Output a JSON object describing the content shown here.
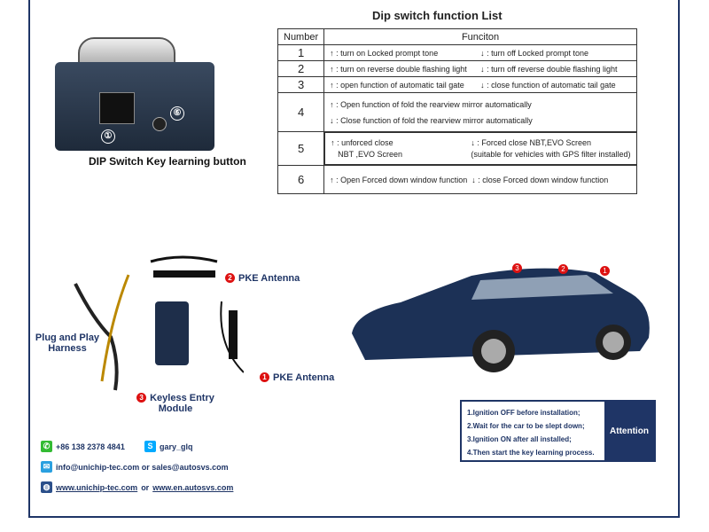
{
  "table_title": "Dip switch function List",
  "headers": [
    "Number",
    "Funciton"
  ],
  "rows": [
    {
      "n": "1",
      "a": "↑ : turn on Locked prompt tone",
      "b": "↓ : turn off Locked prompt tone"
    },
    {
      "n": "2",
      "a": "↑ : turn on reverse double flashing light",
      "b": "↓ : turn off reverse double flashing light"
    },
    {
      "n": "3",
      "a": "↑ : open function of automatic tail gate",
      "b": "↓ : close function of automatic tail gate"
    },
    {
      "n": "4",
      "a": "↑ : Open function of fold the rearview mirror automatically",
      "b": "↓ : Close function of fold the rearview mirror automatically"
    },
    {
      "n": "5",
      "a": "↑ : unforced close",
      "a2": "NBT ,EVO Screen",
      "b": "↓ : Forced close NBT,EVO Screen",
      "b2": "(suitable for vehicles with GPS filter installed)"
    },
    {
      "n": "6",
      "a": "↑ : Open Forced down window function",
      "b": "↓ : close Forced down window function"
    }
  ],
  "device": {
    "marker1": "①",
    "marker6": "⑥",
    "caption": "DIP Switch  Key learning button"
  },
  "parts": {
    "pke1": "PKE Antenna",
    "pke2": "PKE Antenna",
    "harness": "Plug and Play Harness",
    "module": "Keyless Entry Module",
    "n1": "1",
    "n2": "2",
    "n3": "3"
  },
  "car_markers": [
    "3",
    "2",
    "1"
  ],
  "attention": {
    "title": "Attention",
    "steps": [
      "1.Ignition OFF before installation;",
      "2.Wait for the car to be slept down;",
      "3.Ignition ON after all installed;",
      "4.Then start the key learning process."
    ]
  },
  "contact": {
    "phone": "+86 138 2378 4841",
    "skype": "gary_glq",
    "email": "info@unichip-tec.com or sales@autosvs.com",
    "web1": "www.unichip-tec.com",
    "or": "or",
    "web2": "www.en.autosvs.com"
  }
}
